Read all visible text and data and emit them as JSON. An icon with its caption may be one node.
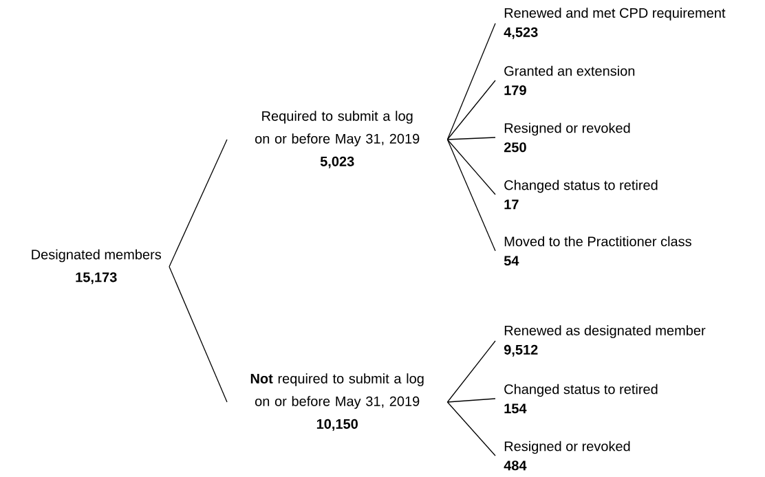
{
  "diagram": {
    "nodes": [
      {
        "text": [
          "Designated members",
          "15,173"
        ]
      },
      {
        "text": [
          "Required to submit a log on or before May 31, 2019",
          "5,023"
        ]
      },
      {
        "text": [
          "**Not** required to submit a log on or before May 31, 2019",
          "10,150"
        ]
      },
      {
        "text": [
          "Renewed and met CPD requirement",
          "4,523"
        ]
      },
      {
        "text": [
          "Granted an extension",
          "179"
        ]
      },
      {
        "text": [
          "Resigned or revoked",
          "250"
        ]
      },
      {
        "text": [
          "Changed status to retired",
          "17"
        ]
      },
      {
        "text": [
          "Moved to the Practitioner class",
          "54"
        ]
      },
      {
        "text": [
          "Renewed as designated member",
          "9,512"
        ]
      },
      {
        "text": [
          "Changed status to retired",
          "154"
        ]
      },
      {
        "text": [
          "Resigned or revoked",
          "484"
        ]
      }
    ],
    "edges": [
      {
        "from": 0,
        "to": 1,
        "arrow": "none"
      },
      {
        "from": 0,
        "to": 2,
        "arrow": "none"
      },
      {
        "from": 1,
        "to": 3,
        "arrow": "none"
      },
      {
        "from": 1,
        "to": 4,
        "arrow": "none"
      },
      {
        "from": 1,
        "to": 5,
        "arrow": "none"
      },
      {
        "from": 1,
        "to": 6,
        "arrow": "none"
      },
      {
        "from": 1,
        "to": 7,
        "arrow": "none"
      },
      {
        "from": 2,
        "to": 8,
        "arrow": "none"
      },
      {
        "from": 2,
        "to": 9,
        "arrow": "none"
      },
      {
        "from": 2,
        "to": 10,
        "arrow": "none"
      }
    ]
  }
}
